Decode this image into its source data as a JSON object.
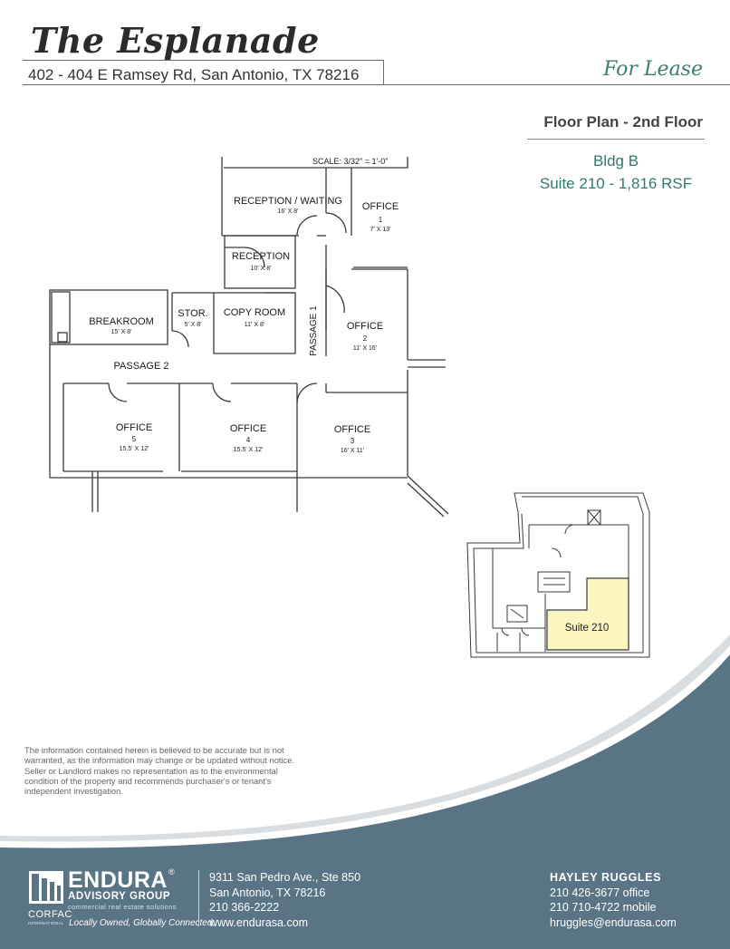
{
  "header": {
    "title": "The Esplanade",
    "address": "402 - 404 E Ramsey Rd, San Antonio, TX 78216",
    "lease_label": "For Lease"
  },
  "plan_info": {
    "floor_plan_title": "Floor Plan - 2nd Floor",
    "building": "Bldg B",
    "suite_line": "Suite 210 - 1,816 RSF"
  },
  "floorplan": {
    "scale": "SCALE: 3/32\" = 1'-0\"",
    "rooms": [
      {
        "name": "RECEPTION / WAITING",
        "size": "16' X 8'"
      },
      {
        "name": "OFFICE",
        "number": "1",
        "size": "7' X 13'"
      },
      {
        "name": "RECEPTION",
        "size": "10' X 8'"
      },
      {
        "name": "BREAKROOM",
        "size": "15' X 8'"
      },
      {
        "name": "STOR.",
        "size": "5' X 8'"
      },
      {
        "name": "COPY ROOM",
        "size": "11' X 8'"
      },
      {
        "name": "OFFICE",
        "number": "2",
        "size": "11' X 16'"
      },
      {
        "name": "OFFICE",
        "number": "5",
        "size": "15.5' X 12'"
      },
      {
        "name": "OFFICE",
        "number": "4",
        "size": "15.5' X 12'"
      },
      {
        "name": "OFFICE",
        "number": "3",
        "size": "16' X 11'"
      }
    ],
    "passages": [
      "PASSAGE 1",
      "PASSAGE 2"
    ]
  },
  "key_plan": {
    "suite_label": "Suite 210",
    "highlight_color": "#fbf5c0"
  },
  "disclaimer": "The information contained herein is believed to be accurate but is not warranted, as the information may change or be updated without notice. Seller or Landlord makes no representation as to the environmental condition of the property and recommends purchaser's or tenant's independent investigation.",
  "footer": {
    "brand_color": "#587485",
    "logo_name": "ENDURA",
    "logo_reg": "®",
    "logo_sub": "ADVISORY GROUP",
    "logo_sub2": "commercial real estate solutions",
    "corfac": "CORFAC",
    "corfac_sub": "INTERNATIONAL",
    "tagline": "Locally Owned, Globally Connected.",
    "office": {
      "street": "9311 San Pedro Ave., Ste 850",
      "city": "San Antonio, TX 78216",
      "phone": "210 366-2222",
      "web": "www.endurasa.com"
    },
    "contact": {
      "name": "HAYLEY RUGGLES",
      "office_phone": "210 426-3677 office",
      "mobile_phone": "210 710-4722 mobile",
      "email": "hruggles@endurasa.com"
    }
  }
}
